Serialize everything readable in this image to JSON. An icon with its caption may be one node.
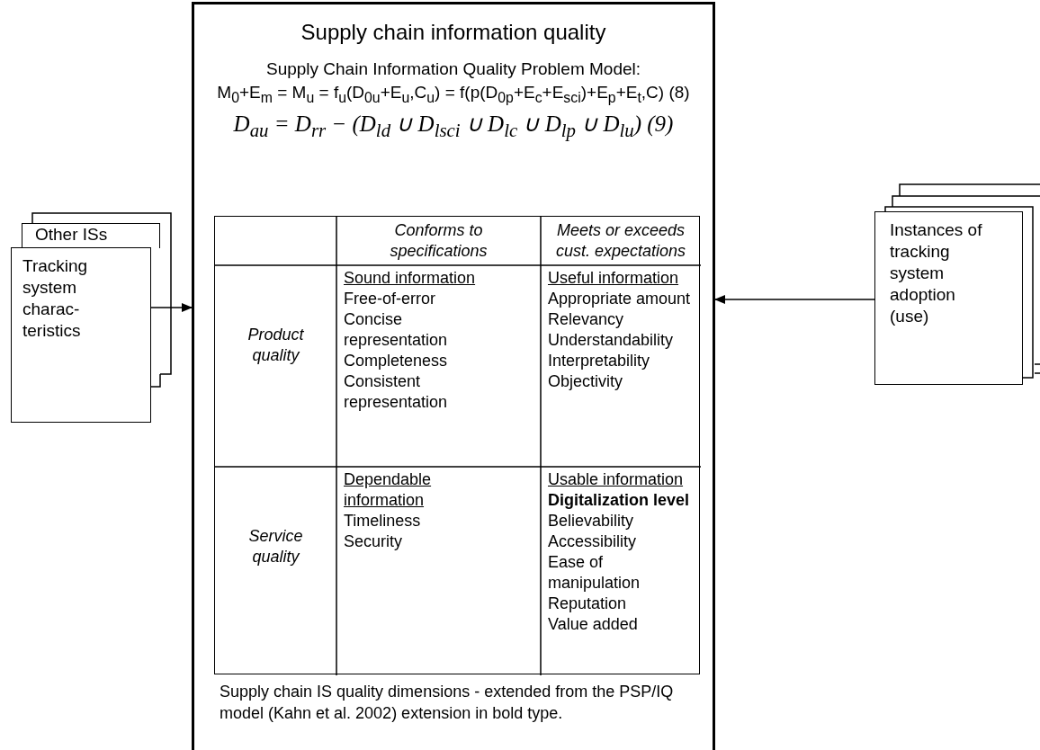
{
  "diagram": {
    "nodes": [
      {
        "text": [
          "Supply chain information quality",
          "Supply Chain Information Quality Problem Model:",
          "M$_{0}$+E$_{m}$ = M$_{u}$ = f$_{u}$(D$_{0u}$+E$_{u}$,C$_{u}$) = f(p(D$_{0p}$+E$_{c}$+E$_{sci}$)+E$_{p}$+E$_{t}$,C)  (8)",
          "D$_{au}$ = D$_{rr}$ − (D$_{ld}$ ∪ D$_{lsci}$ ∪ D$_{lc}$ ∪ D$_{lp}$ ∪ D$_{lu}$)   (9)",
          "Supply chain IS quality dimensions - extended from the PSP/IQ model (Kahn et al. 2002) extension in bold type."
        ]
      },
      {
        "text": [
          "Other ISs"
        ]
      },
      {
        "text": [
          "Tracking system charac- teristics"
        ]
      },
      {
        "text": [
          "Instances of tracking system adoption (use)"
        ]
      }
    ],
    "edges": [
      {
        "from": 2,
        "to": 0,
        "arrow": "to"
      },
      {
        "from": 3,
        "to": 0,
        "arrow": "to"
      }
    ],
    "labels": [
      "Conforms to specifications",
      "Meets or exceeds cust. expectations",
      "Product quality",
      "Sound information",
      "Free-of-error",
      "Concise representation",
      "Completeness",
      "Consistent representation",
      "Useful information",
      "Appropriate amount",
      "Relevancy",
      "Understandability",
      "Interpretability",
      "Objectivity",
      "Service quality",
      "Dependable information",
      "Timeliness",
      "Security",
      "Usable information",
      "**Digitalization level**",
      "Believability",
      "Accessibility",
      "Ease of manipulation",
      "Reputation",
      "Value added"
    ]
  }
}
